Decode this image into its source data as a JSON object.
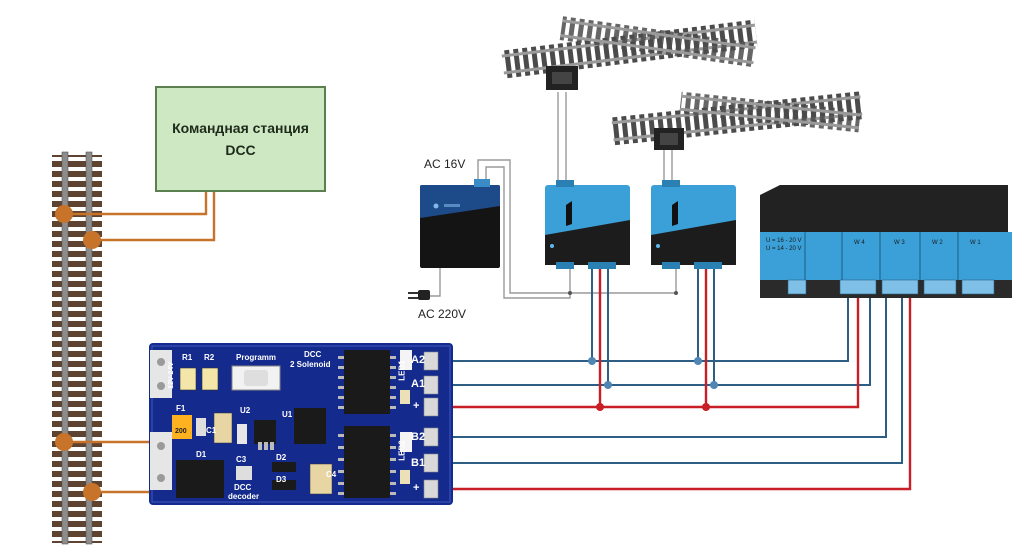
{
  "command_station": {
    "line1": "Командная станция",
    "line2": "DCC"
  },
  "power": {
    "ac_in": "AC  16V",
    "ac_mains": "AC  220V"
  },
  "decoder": {
    "r1": "R1",
    "r2": "R2",
    "program": "Programm",
    "dcc_title": "DCC",
    "solenoid": "2 Solenoid",
    "f1": "F1",
    "u2": "U2",
    "u1": "U1",
    "c1": "C1",
    "d1": "D1",
    "c3": "C3",
    "d2": "D2",
    "d3": "D3",
    "c4": "C4",
    "led1": "LED1",
    "led2": "LED2",
    "dcc_bottom": "DCC",
    "decoder_word": "decoder",
    "side_label": "12V-24V",
    "fuse_value": "200",
    "terminals": [
      "A2",
      "A1",
      "+",
      "B2",
      "B1",
      "+"
    ]
  },
  "multi_module": {
    "headers": [
      "W 4",
      "W 3",
      "W 2",
      "W 1"
    ],
    "spec1": "U = 16 - 20 V",
    "spec2": "U = 14 - 20 V"
  },
  "colors": {
    "track_wire": "#c8732a",
    "signal_wire": "#2d5f86",
    "power_wire": "#c81e26",
    "ac_wire": "#9a9a9a",
    "pcb": "#142a8c",
    "module_blue": "#3ba0d8",
    "module_dark": "#1c1c1c",
    "station_fill": "#cfe8c4"
  },
  "icons": [
    "rail-track-icon",
    "turnout-icon",
    "point-motor-icon",
    "power-supply-icon",
    "plug-icon"
  ]
}
